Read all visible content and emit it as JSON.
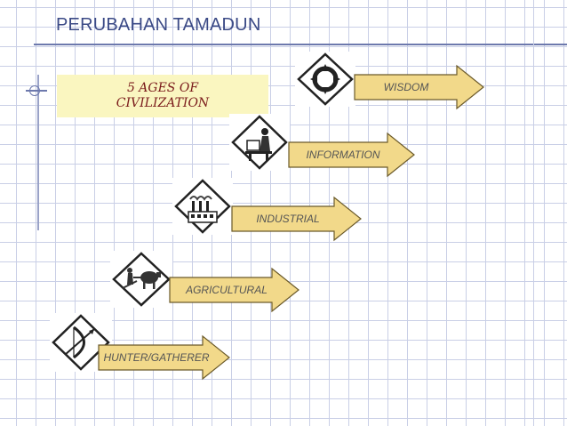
{
  "page": {
    "title": "PERUBAHAN TAMADUN"
  },
  "label_box": {
    "line1": "5 AGES OF",
    "line2": "CIVILIZATION"
  },
  "stages": [
    {
      "label": "WISDOM",
      "icon": "compass-circle-icon"
    },
    {
      "label": "INFORMATION",
      "icon": "person-at-computer-icon"
    },
    {
      "label": "INDUSTRIAL",
      "icon": "factory-icon"
    },
    {
      "label": "AGRICULTURAL",
      "icon": "farmer-with-ox-icon"
    },
    {
      "label": "HUNTER/GATHERER",
      "icon": "bow-and-arrow-icon"
    }
  ],
  "colors": {
    "arrow_fill": "#f2d98a",
    "arrow_stroke": "#6b5a2a",
    "diamond_stroke": "#222222",
    "title": "#3b4a86",
    "label_box_bg": "#faf6c0",
    "label_box_text": "#7a1b1b"
  }
}
